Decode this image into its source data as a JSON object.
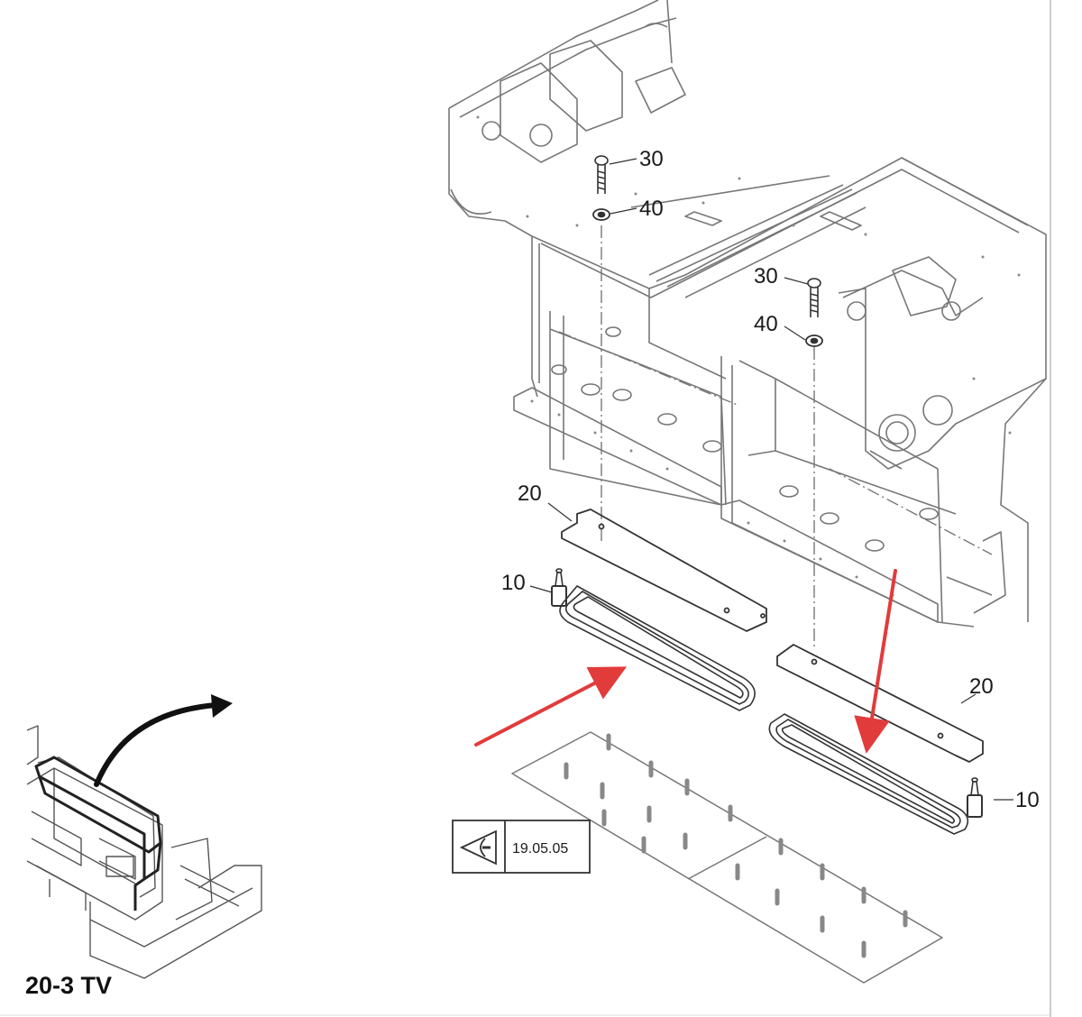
{
  "callouts": {
    "bolt_top": "30",
    "washer_top": "40",
    "bolt_right": "30",
    "washer_right": "40",
    "plate_left": "20",
    "plate_right": "20",
    "seal_left": "10",
    "seal_right": "10"
  },
  "view_reference": "19.05.05",
  "caption": "20-3 TV",
  "colors": {
    "line": "#777777",
    "dark_line": "#333333",
    "arrow_highlight": "#e23b3b",
    "curved_arrow": "#111111"
  },
  "icons": {
    "view_symbol": "eye-view-icon",
    "curved_arrow": "curved-arrow-icon",
    "highlight_arrows": "red-arrow-icon"
  }
}
